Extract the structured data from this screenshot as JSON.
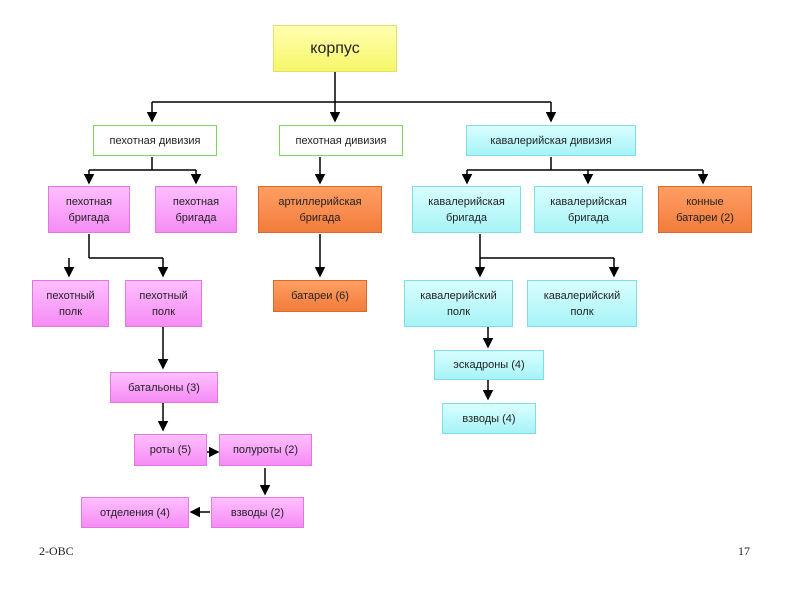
{
  "nodes": {
    "korpus": "корпус",
    "inf_div_1": "пехотная дивизия",
    "inf_div_2": "пехотная дивизия",
    "cav_div": "кавалерийская дивизия",
    "inf_brig_1": "пехотная\nбригада",
    "inf_brig_2": "пехотная\nбригада",
    "art_brig": "артиллерийская\nбригада",
    "cav_brig_1": "кавалерийская\nбригада",
    "cav_brig_2": "кавалерийская\nбригада",
    "horse_batt": "конные\nбатареи (2)",
    "inf_reg_1": "пехотный\nполк",
    "inf_reg_2": "пехотный\nполк",
    "batteries": "батареи (6)",
    "cav_reg_1": "кавалерийский\nполк",
    "cav_reg_2": "кавалерийский\nполк",
    "battalions": "батальоны (3)",
    "squadrons": "эскадроны (4)",
    "cav_platoons": "взводы (4)",
    "companies": "роты (5)",
    "half_companies": "полуроты (2)",
    "squads": "отделения (4)",
    "platoons": "взводы (2)"
  },
  "footer": {
    "left": "2-OBC",
    "page": "17"
  }
}
